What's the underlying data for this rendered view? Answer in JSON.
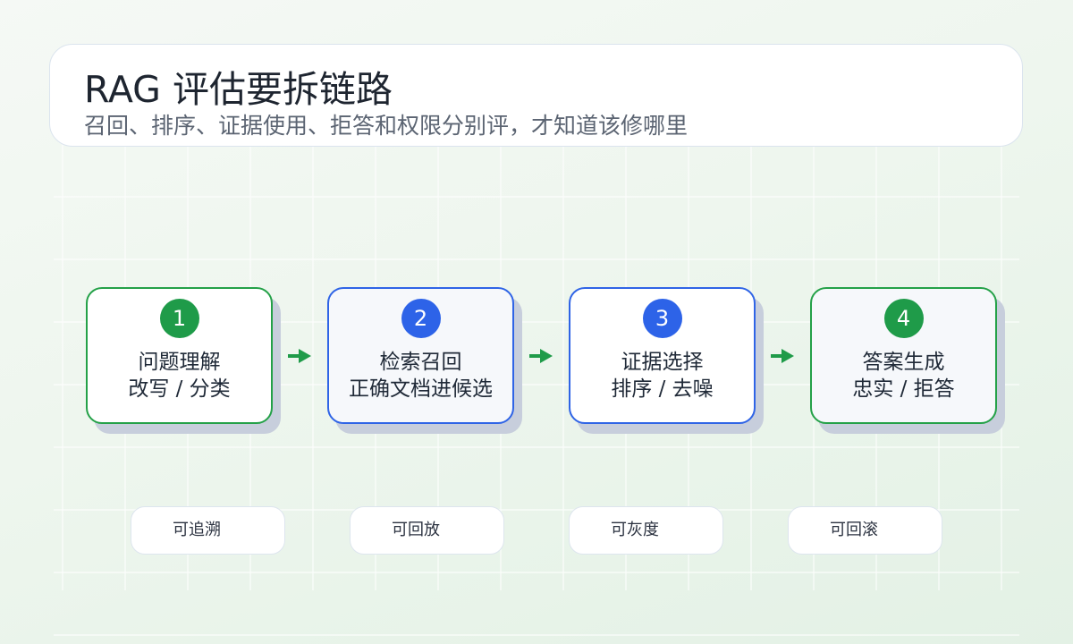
{
  "header": {
    "title": "RAG 评估要拆链路",
    "subtitle": "召回、排序、证据使用、拒答和权限分别评，才知道该修哪里"
  },
  "flow": {
    "steps": [
      {
        "number": "1",
        "line1": "问题理解",
        "line2": "改写 / 分类"
      },
      {
        "number": "2",
        "line1": "检索召回",
        "line2": "正确文档进候选"
      },
      {
        "number": "3",
        "line1": "证据选择",
        "line2": "排序 / 去噪"
      },
      {
        "number": "4",
        "line1": "答案生成",
        "line2": "忠实 / 拒答"
      }
    ]
  },
  "tags": [
    {
      "label": "可追溯"
    },
    {
      "label": "可回放"
    },
    {
      "label": "可灰度"
    },
    {
      "label": "可回滚"
    }
  ],
  "colors": {
    "green_accent": "#24a148",
    "blue_accent": "#2f64e6",
    "arrow": "#1f9b49",
    "shadow": "#c7cedc"
  },
  "icons": {
    "arrow": "arrow-right-icon"
  }
}
